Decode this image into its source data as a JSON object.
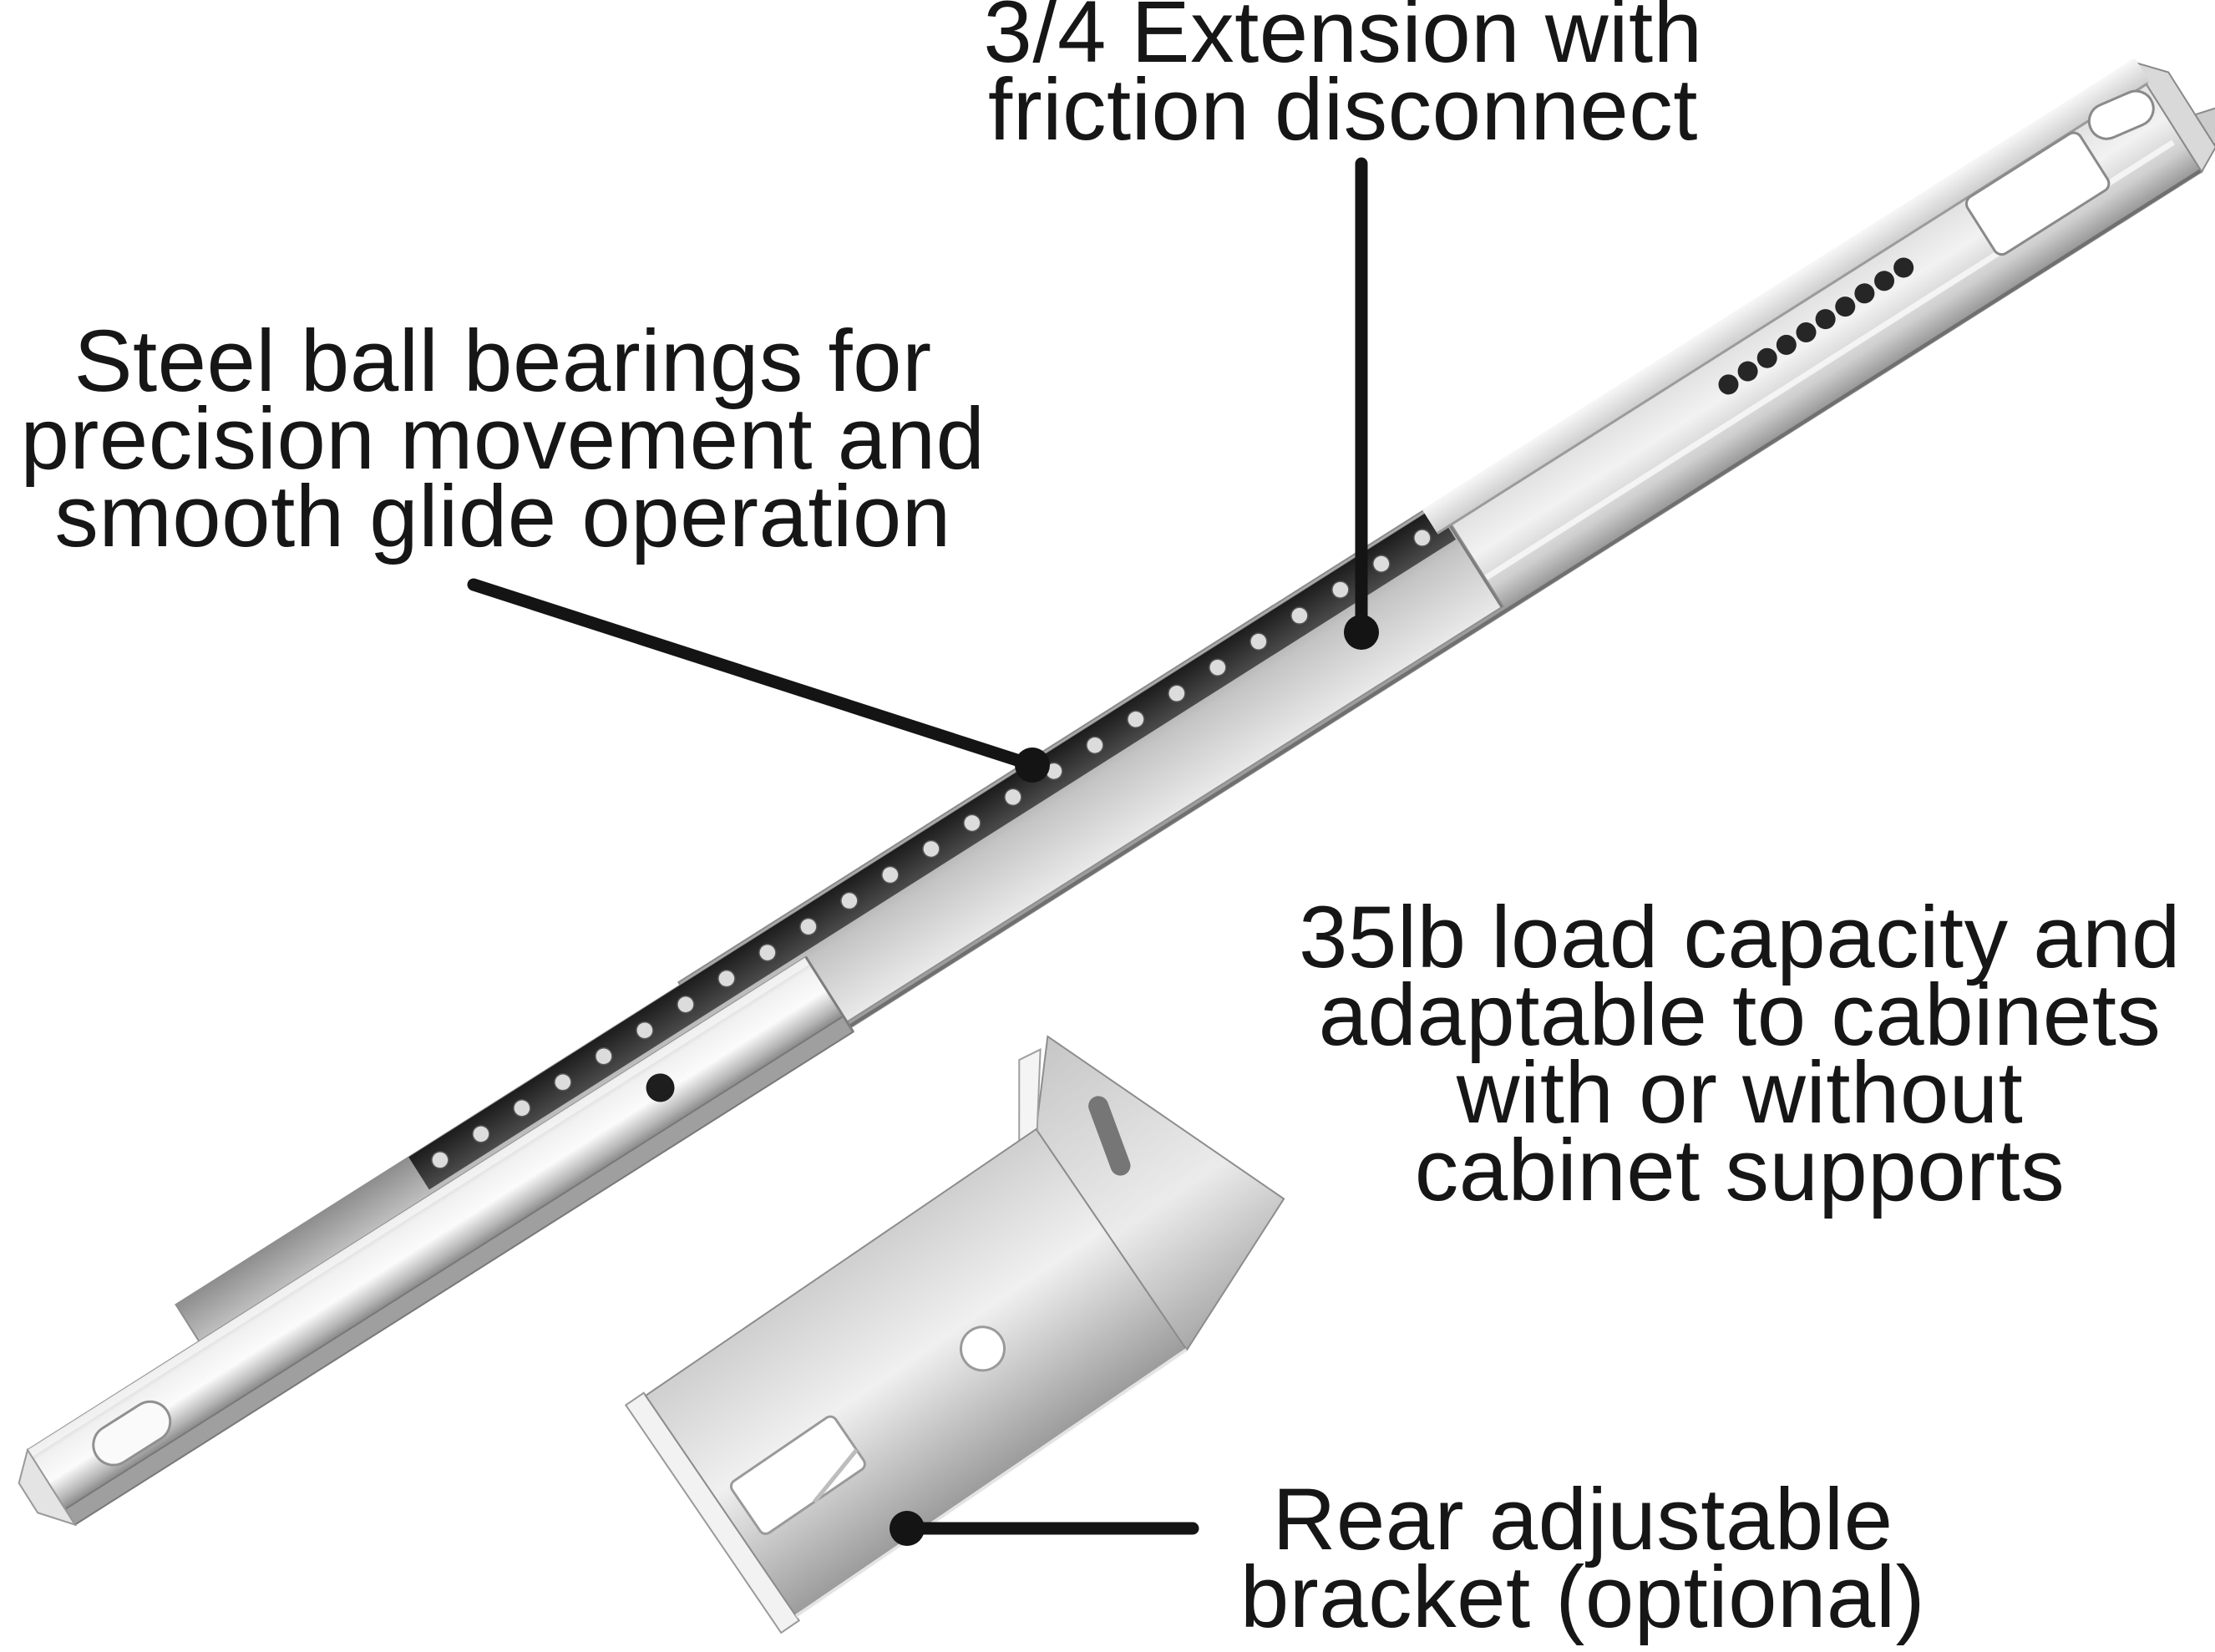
{
  "figure": {
    "subject": "ball-bearing drawer slide with rear mounting bracket",
    "style": "product feature callout diagram on white background"
  },
  "annotations": {
    "extension": {
      "lines": [
        "3/4 Extension with",
        "friction disconnect"
      ]
    },
    "bearings": {
      "lines": [
        "Steel ball bearings for",
        "precision movement and",
        "smooth glide operation"
      ]
    },
    "capacity": {
      "lines": [
        "35lb load capacity and",
        "adaptable to cabinets",
        "with or without",
        "cabinet supports"
      ]
    },
    "bracket": {
      "lines": [
        "Rear adjustable",
        "bracket (optional)"
      ]
    }
  },
  "colors": {
    "background": "#ffffff",
    "text": "#161616",
    "callout": "#141414",
    "metal_bright": "#f6f6f6",
    "metal_mid": "#c9c9c9",
    "metal_dark": "#8c8c8c",
    "bearing_channel": "#1c1c1c",
    "bearing_ball": "#dcdcdc"
  }
}
